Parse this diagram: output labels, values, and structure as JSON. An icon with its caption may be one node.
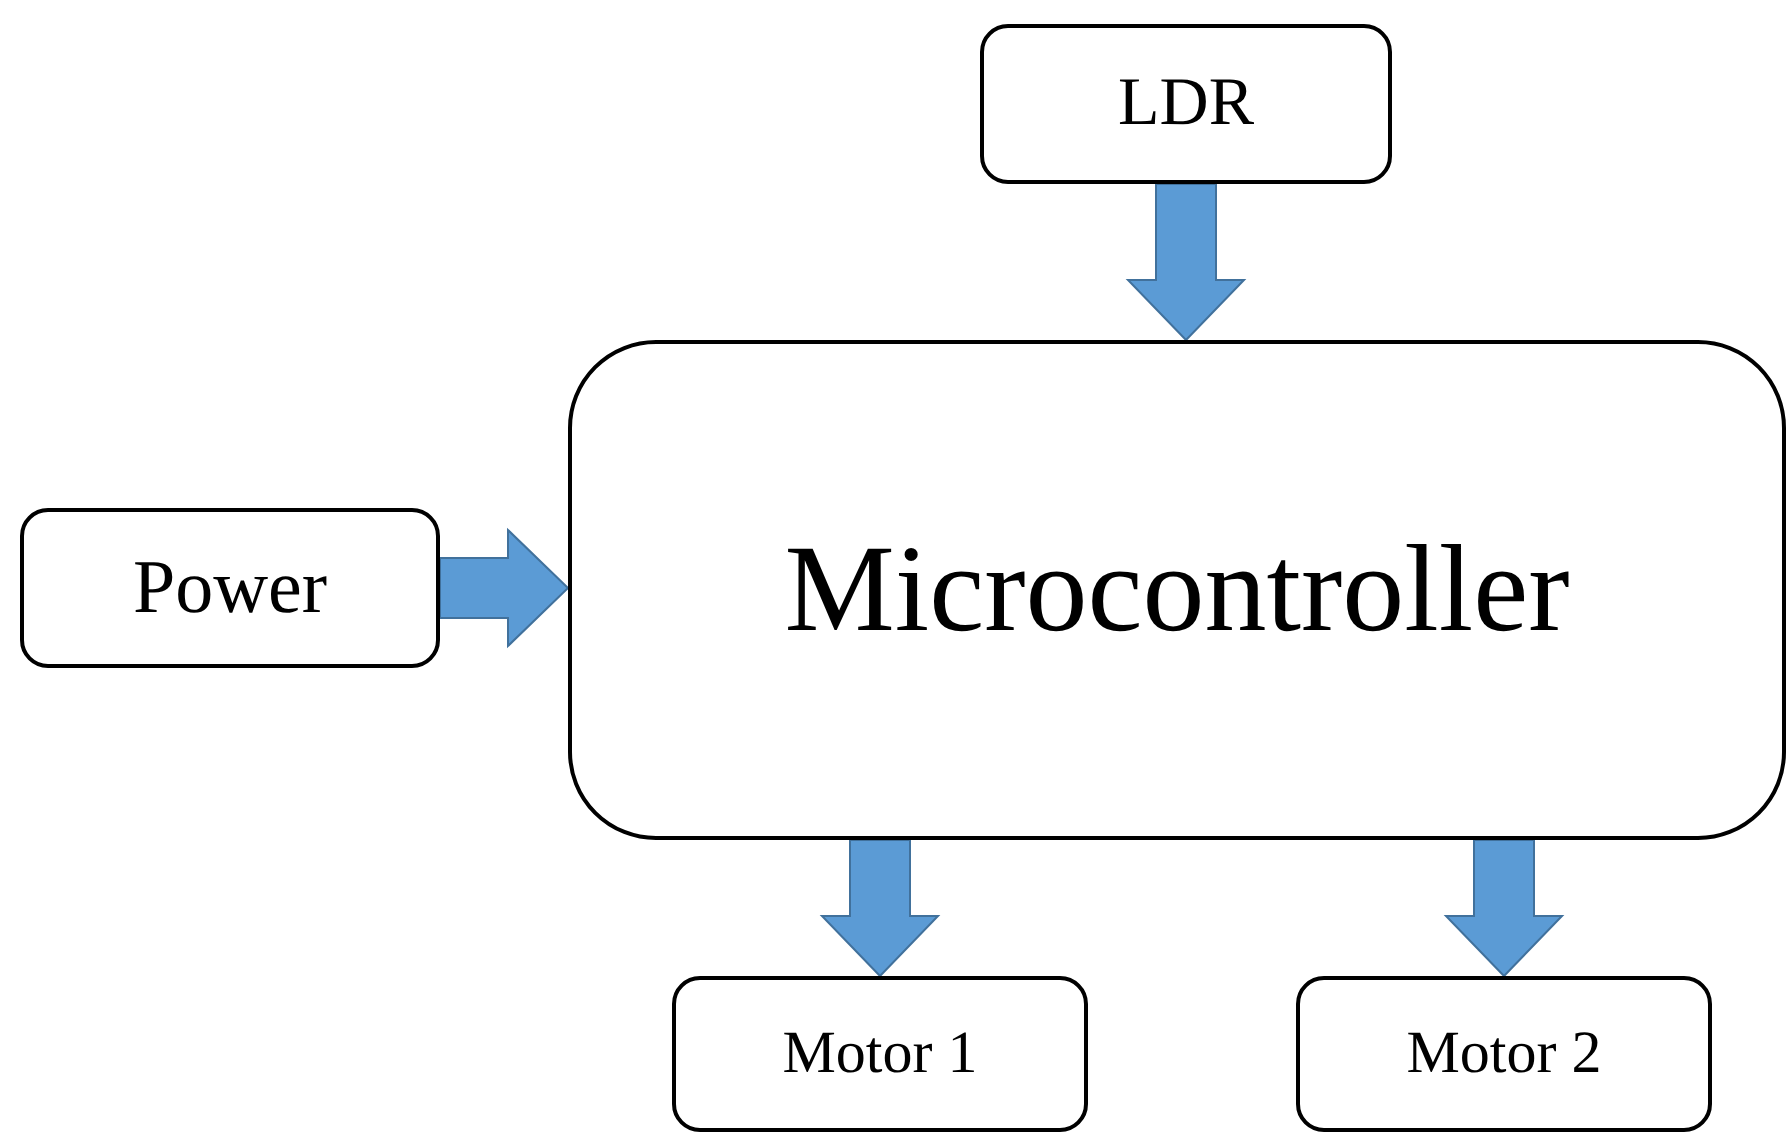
{
  "diagram": {
    "nodes": [
      {
        "text": [
          "LDR"
        ]
      },
      {
        "text": [
          "Power"
        ]
      },
      {
        "text": [
          "Microcontroller"
        ]
      },
      {
        "text": [
          "Motor 1"
        ]
      },
      {
        "text": [
          "Motor 2"
        ]
      }
    ],
    "edges": [
      {
        "from": 0,
        "to": 2,
        "arrow": "to"
      },
      {
        "from": 1,
        "to": 2,
        "arrow": "to"
      },
      {
        "from": 2,
        "to": 3,
        "arrow": "to"
      },
      {
        "from": 2,
        "to": 4,
        "arrow": "to"
      }
    ]
  }
}
